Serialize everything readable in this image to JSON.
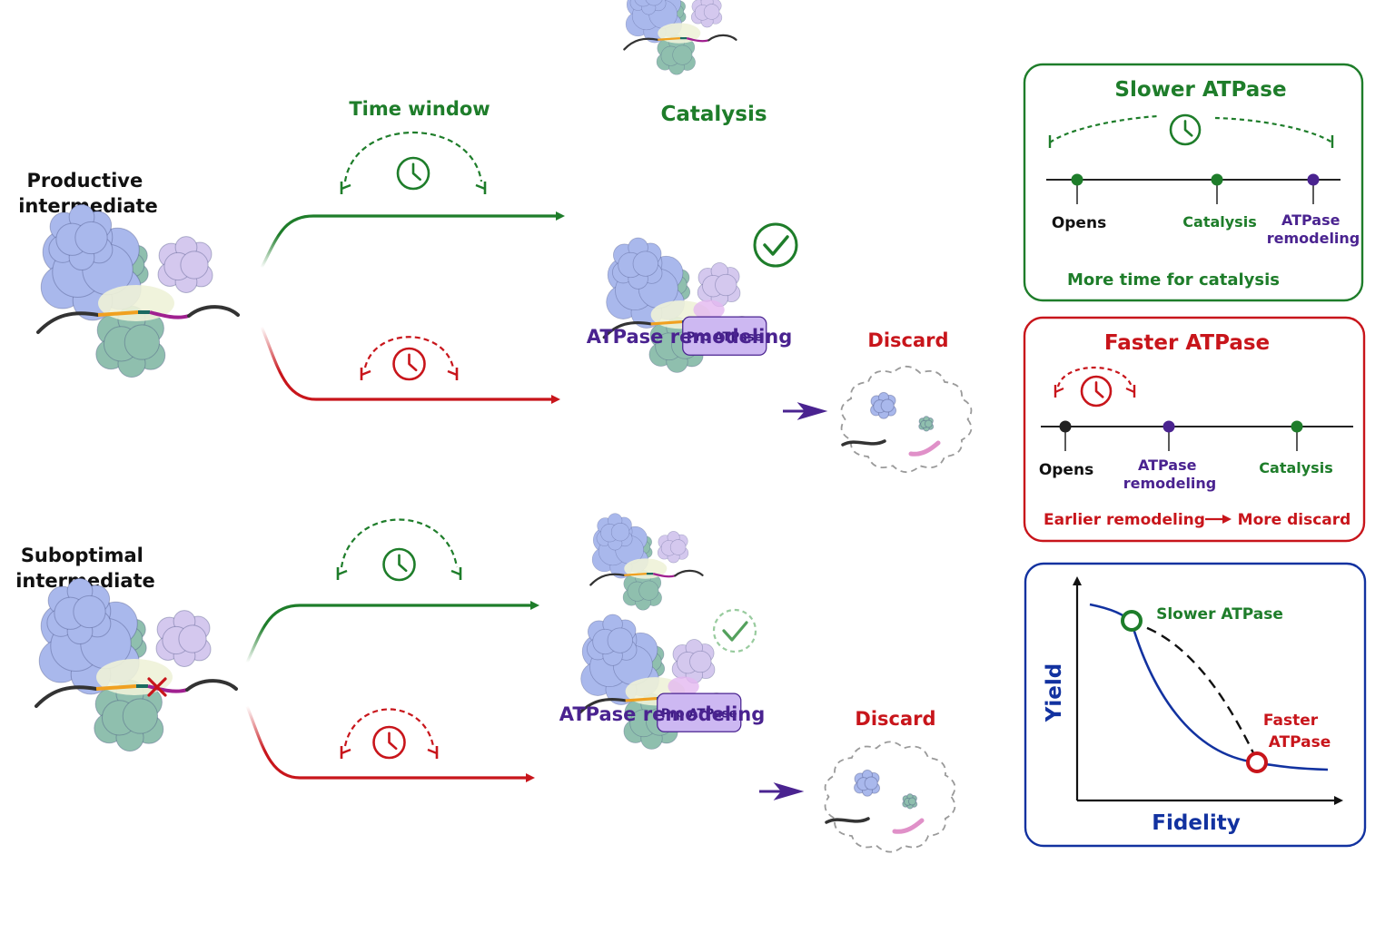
{
  "colors": {
    "green": "#1e7d2a",
    "red": "#c8151b",
    "purple": "#4a2390",
    "blue": "#1232a0",
    "black": "#111111",
    "protein_blue": "#a9b8ec",
    "protein_teal": "#8fbfae",
    "protein_lilac": "#d4c8ee",
    "rna_dark": "#333333",
    "rna_orange": "#f0a020",
    "rna_magenta": "#a02090",
    "atpase_fill": "#cdb8f2"
  },
  "left": {
    "productive": "Productive\nintermediate",
    "suboptimal": "Suboptimal\nintermediate"
  },
  "paths": {
    "time_window": "Time window",
    "catalysis": "Catalysis",
    "atpase_remodeling": "ATPase remodeling",
    "discard": "Discard",
    "prp_atpase": "Prp ATPase"
  },
  "panel_slow": {
    "title": "Slower ATPase",
    "opens": "Opens",
    "catalysis": "Catalysis",
    "atpase_remodeling": "ATPase\nremodeling",
    "note": "More time for catalysis"
  },
  "panel_fast": {
    "title": "Faster ATPase",
    "opens": "Opens",
    "atpase_remodeling": "ATPase\nremodeling",
    "catalysis": "Catalysis",
    "note_left": "Earlier remodeling",
    "note_right": "More discard"
  },
  "panel_tradeoff": {
    "ylabel": "Yield",
    "xlabel": "Fidelity",
    "slow_label": "Slower ATPase",
    "fast_label": "Faster\nATPase"
  }
}
